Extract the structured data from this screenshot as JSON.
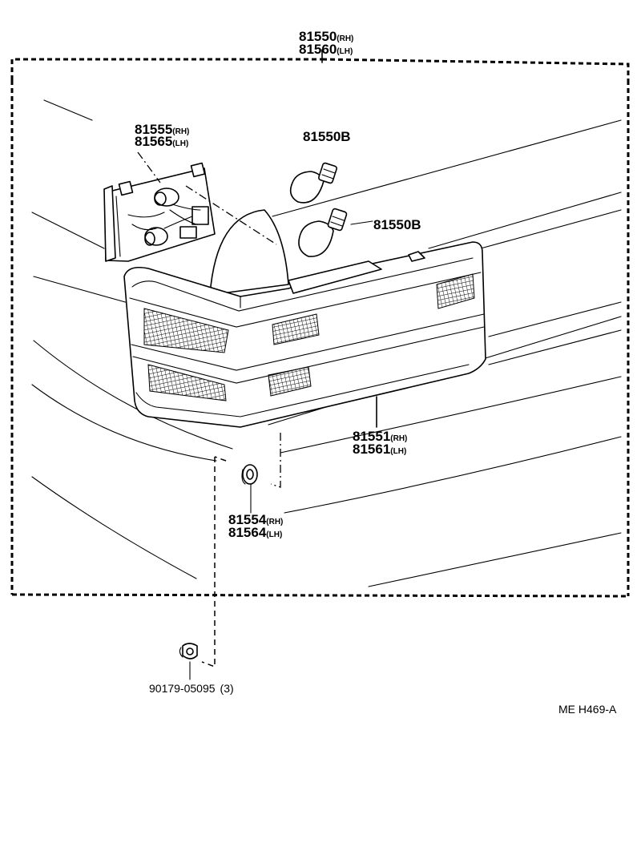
{
  "diagram": {
    "assembly": {
      "part_rh": "81550",
      "part_lh": "81560",
      "rh_tag": "(RH)",
      "lh_tag": "(LH)"
    },
    "socket": {
      "part_rh": "81555",
      "part_lh": "81565",
      "rh_tag": "(RH)",
      "lh_tag": "(LH)"
    },
    "bulb_upper": {
      "part": "81550B"
    },
    "bulb_lower": {
      "part": "81550B"
    },
    "lens": {
      "part_rh": "81551",
      "part_lh": "81561",
      "rh_tag": "(RH)",
      "lh_tag": "(LH)"
    },
    "nut": {
      "part_rh": "81554",
      "part_lh": "81564",
      "rh_tag": "(RH)",
      "lh_tag": "(LH)"
    },
    "clip": {
      "part": "90179-05095",
      "qty": "(3)"
    },
    "reference": "ME H469-A"
  }
}
